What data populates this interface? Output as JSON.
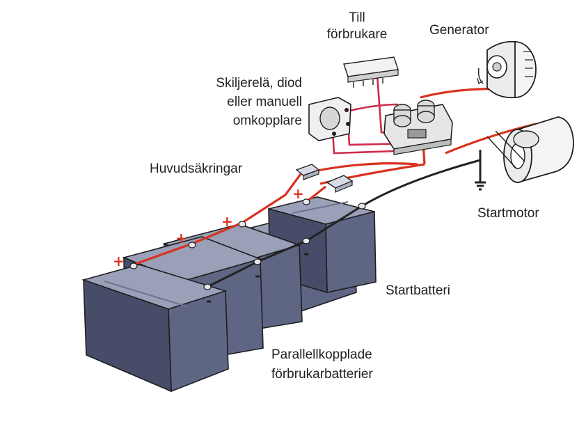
{
  "labels": {
    "till_forbrukare": [
      "Till",
      "förbrukare"
    ],
    "generator": "Generator",
    "skiljerela": [
      "Skiljerelä, diod",
      "eller manuell",
      "omkopplare"
    ],
    "huvudsakringar": "Huvudsäkringar",
    "startmotor": "Startmotor",
    "startbatteri": "Startbatteri",
    "parallell": [
      "Parallellkopplade",
      "förbrukarbatterier"
    ]
  },
  "polarity": {
    "plus": "+",
    "minus": "-"
  },
  "colors": {
    "battery_top": "#9aa0b8",
    "battery_front": "#5f6684",
    "battery_side": "#474d68",
    "positive_cable": "#d8321f",
    "negative_cable": "#222222",
    "relay_cable": "#d02a4a",
    "outline": "#1e1e1e"
  }
}
